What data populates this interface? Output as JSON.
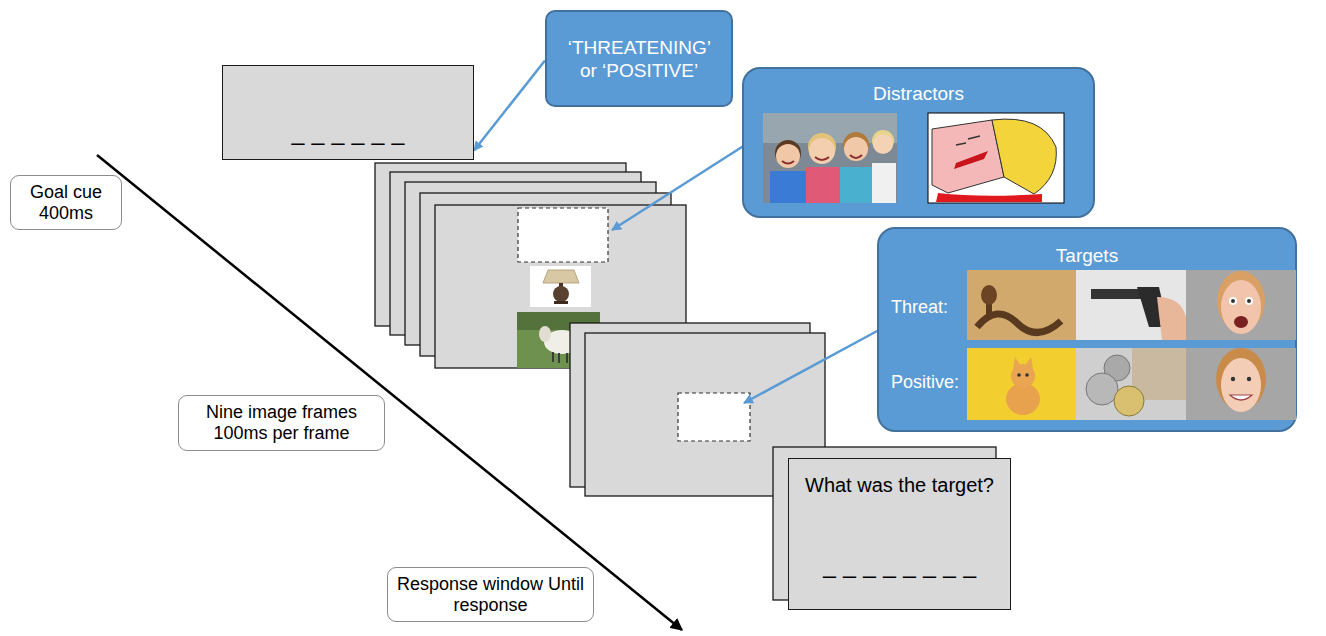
{
  "diagram": {
    "nodes": [
      {
        "text": [
          "‘THREATENING’ or ‘POSITIVE’"
        ]
      },
      {
        "text": [
          "– – – – – –"
        ]
      },
      {
        "text": [
          "Distractors"
        ]
      },
      {
        "text": [
          "Goal cue 400ms"
        ]
      },
      {
        "text": [
          "Targets",
          "Threat:",
          "Positive:"
        ]
      },
      {
        "text": [
          "Nine image frames 100ms per frame"
        ]
      },
      {
        "text": [
          "What was the target?",
          "– – – – – – – –"
        ]
      },
      {
        "text": [
          "Response window Until response"
        ]
      }
    ],
    "edges": [
      {
        "from": 0,
        "to": 1,
        "arrow": "to"
      }
    ]
  }
}
